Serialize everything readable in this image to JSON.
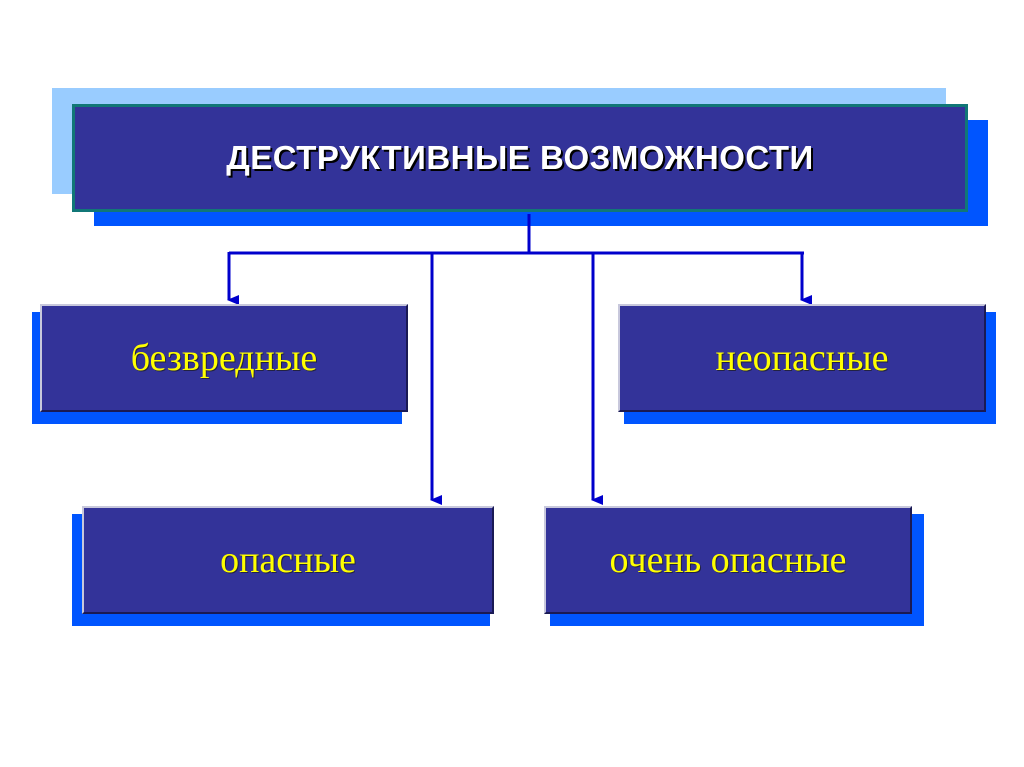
{
  "title": "ДЕСТРУКТИВНЫЕ ВОЗМОЖНОСТИ",
  "categories": {
    "harmless": "безвредные",
    "non_dangerous": "неопасные",
    "dangerous": "опасные",
    "very_dangerous": "очень опасные"
  },
  "colors": {
    "box_fill": "#333399",
    "box_text": "#ffff00",
    "title_text": "#ffffff",
    "connector": "#0000cc",
    "shadow_blue": "#0055ff",
    "shadow_light": "#99ccff"
  }
}
